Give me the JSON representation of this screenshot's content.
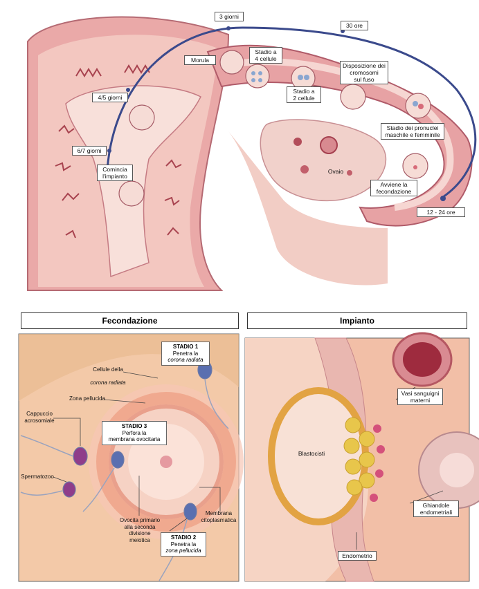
{
  "top_labels": {
    "morula": "Morula",
    "tre_giorni": "3 giorni",
    "trenta_ore": "30 ore",
    "stadio_4": "Stadio a\n4 cellule",
    "stadio_2": "Stadio a\n2 cellule",
    "disposizione": "Disposizione dei\ncromosomi\nsul fuso",
    "quattro_cinque": "4/5 giorni",
    "sei_sette": "6/7 giorni",
    "comincia": "Comincia\nl'impianto",
    "pronuclei": "Stadio dei pronuclei\nmaschile e femminile",
    "ovaio": "Ovaio",
    "avviene": "Avviene la\nfecondazione",
    "dodici": "12 - 24  ore"
  },
  "panels": {
    "fecondazione_title": "Fecondazione",
    "impianto_title": "Impianto"
  },
  "fecondazione": {
    "stadio1_head": "STADIO 1",
    "stadio1_line1": "Penetra la",
    "stadio1_line2": "corona radiata",
    "cellule_line1": "Cellule della",
    "cellule_line2": "corona radiata",
    "zona_pellucida": "Zona pellucida",
    "cappuccio": "Cappuccio\nacrosomiale",
    "stadio3_head": "STADIO 3",
    "stadio3_body": "Perfora la\nmembrana ovocitaria",
    "spermatozoo": "Spermatozoo",
    "ovocita": "Ovocita primario\nalla seconda\ndivisione\nmeiotica",
    "membrana": "Membrana\ncitoplasmatica",
    "stadio2_head": "STADIO 2",
    "stadio2_line1": "Penetra la",
    "stadio2_line2": "zona pellucida"
  },
  "impianto": {
    "vasi": "Vasi sanguigni\nmaterni",
    "blastocisti": "Blastocisti",
    "ghiandole": "Ghiandole\nendometriali",
    "endometrio": "Endometrio"
  },
  "colors": {
    "tissue_pink": "#e9a7a6",
    "tissue_light": "#f4cfc4",
    "tissue_dark": "#c9707a",
    "arc_blue": "#3b4a8c",
    "bg_peach": "#f3c9a8"
  }
}
